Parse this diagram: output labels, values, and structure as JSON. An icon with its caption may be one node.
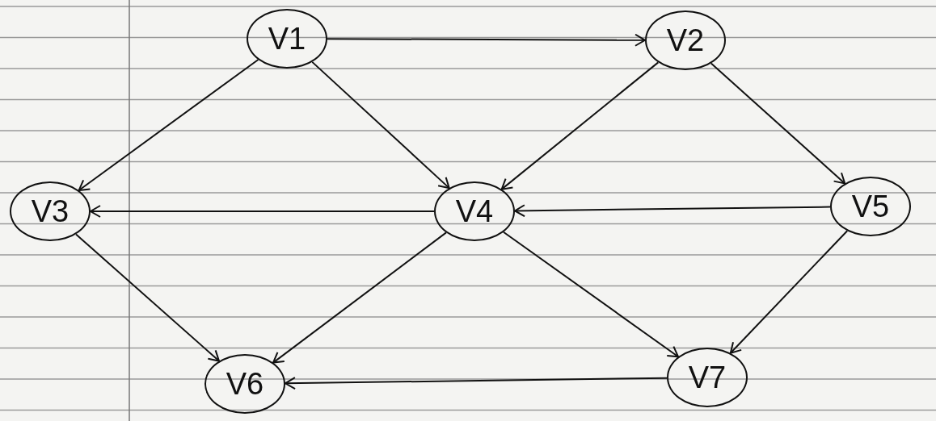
{
  "diagram": {
    "nodes": [
      {
        "text": [
          "V1"
        ]
      },
      {
        "text": [
          "V2"
        ]
      },
      {
        "text": [
          "V3"
        ]
      },
      {
        "text": [
          "V4"
        ]
      },
      {
        "text": [
          "V5"
        ]
      },
      {
        "text": [
          "V6"
        ]
      },
      {
        "text": [
          "V7"
        ]
      }
    ],
    "edges": [
      {
        "from": 0,
        "to": 1,
        "arrow": "to"
      },
      {
        "from": 0,
        "to": 2,
        "arrow": "to"
      },
      {
        "from": 0,
        "to": 3,
        "arrow": "to"
      },
      {
        "from": 1,
        "to": 3,
        "arrow": "to"
      },
      {
        "from": 1,
        "to": 4,
        "arrow": "to"
      },
      {
        "from": 2,
        "to": 5,
        "arrow": "to"
      },
      {
        "from": 3,
        "to": 2,
        "arrow": "to"
      },
      {
        "from": 3,
        "to": 5,
        "arrow": "to"
      },
      {
        "from": 3,
        "to": 6,
        "arrow": "to"
      },
      {
        "from": 4,
        "to": 3,
        "arrow": "to"
      },
      {
        "from": 4,
        "to": 6,
        "arrow": "to"
      },
      {
        "from": 6,
        "to": 5,
        "arrow": "to"
      }
    ]
  }
}
